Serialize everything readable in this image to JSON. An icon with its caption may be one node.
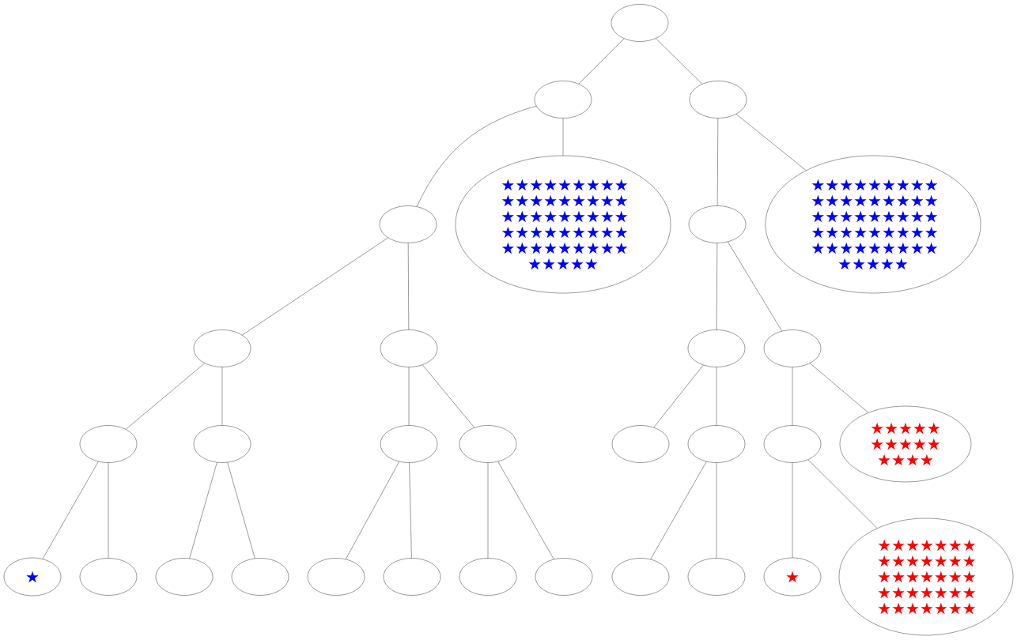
{
  "diagram": {
    "nodes": [
      {
        "text": [],
        "shape": "ellipse"
      },
      {
        "text": [],
        "shape": "ellipse"
      },
      {
        "text": [],
        "shape": "ellipse"
      },
      {
        "text": [],
        "shape": "ellipse"
      },
      {
        "text": [
          "★★★★★★★★★ ★★★★★★★★★ ★★★★★★★★★ ★★★★★★★★★ ★★★★★★★★★ ★★★★★"
        ]
      },
      {
        "text": [],
        "shape": "ellipse"
      },
      {
        "text": [
          "★★★★★★★★★ ★★★★★★★★★ ★★★★★★★★★ ★★★★★★★★★ ★★★★★★★★★ ★★★★★"
        ]
      },
      {
        "text": [],
        "shape": "ellipse"
      },
      {
        "text": [],
        "shape": "ellipse"
      },
      {
        "text": [],
        "shape": "ellipse"
      },
      {
        "text": [],
        "shape": "ellipse"
      },
      {
        "text": [],
        "shape": "ellipse"
      },
      {
        "text": [],
        "shape": "ellipse"
      },
      {
        "text": [],
        "shape": "ellipse"
      },
      {
        "text": [],
        "shape": "ellipse"
      },
      {
        "text": [],
        "shape": "ellipse"
      },
      {
        "text": [],
        "shape": "ellipse"
      },
      {
        "text": [],
        "shape": "ellipse"
      },
      {
        "text": [
          "★★★★★ ★★★★★ ★★★★"
        ]
      },
      {
        "text": [
          "★"
        ]
      },
      {
        "text": [],
        "shape": "ellipse"
      },
      {
        "text": [],
        "shape": "ellipse"
      },
      {
        "text": [],
        "shape": "ellipse"
      },
      {
        "text": [],
        "shape": "ellipse"
      },
      {
        "text": [],
        "shape": "ellipse"
      },
      {
        "text": [],
        "shape": "ellipse"
      },
      {
        "text": [],
        "shape": "ellipse"
      },
      {
        "text": [],
        "shape": "ellipse"
      },
      {
        "text": [],
        "shape": "ellipse"
      },
      {
        "text": [
          "★"
        ]
      },
      {
        "text": [
          "★★★★★★★ ★★★★★★★ ★★★★★★★ ★★★★★★★ ★★★★★★★"
        ]
      }
    ],
    "edges": [
      {
        "from": 0,
        "to": 1,
        "arrow": "none"
      },
      {
        "from": 0,
        "to": 2,
        "arrow": "none"
      },
      {
        "from": 1,
        "to": 3,
        "arrow": "none"
      },
      {
        "from": 1,
        "to": 4,
        "arrow": "none"
      },
      {
        "from": 2,
        "to": 5,
        "arrow": "none"
      },
      {
        "from": 2,
        "to": 6,
        "arrow": "none"
      },
      {
        "from": 3,
        "to": 7,
        "arrow": "none"
      },
      {
        "from": 3,
        "to": 8,
        "arrow": "none"
      },
      {
        "from": 5,
        "to": 9,
        "arrow": "none"
      },
      {
        "from": 5,
        "to": 10,
        "arrow": "none"
      },
      {
        "from": 7,
        "to": 11,
        "arrow": "none"
      },
      {
        "from": 7,
        "to": 12,
        "arrow": "none"
      },
      {
        "from": 8,
        "to": 13,
        "arrow": "none"
      },
      {
        "from": 8,
        "to": 14,
        "arrow": "none"
      },
      {
        "from": 9,
        "to": 15,
        "arrow": "none"
      },
      {
        "from": 9,
        "to": 16,
        "arrow": "none"
      },
      {
        "from": 10,
        "to": 17,
        "arrow": "none"
      },
      {
        "from": 10,
        "to": 18,
        "arrow": "none"
      },
      {
        "from": 11,
        "to": 19,
        "arrow": "none"
      },
      {
        "from": 11,
        "to": 20,
        "arrow": "none"
      },
      {
        "from": 12,
        "to": 21,
        "arrow": "none"
      },
      {
        "from": 12,
        "to": 22,
        "arrow": "none"
      },
      {
        "from": 13,
        "to": 23,
        "arrow": "none"
      },
      {
        "from": 13,
        "to": 24,
        "arrow": "none"
      },
      {
        "from": 14,
        "to": 25,
        "arrow": "none"
      },
      {
        "from": 14,
        "to": 26,
        "arrow": "none"
      },
      {
        "from": 16,
        "to": 27,
        "arrow": "none"
      },
      {
        "from": 16,
        "to": 28,
        "arrow": "none"
      },
      {
        "from": 17,
        "to": 29,
        "arrow": "none"
      },
      {
        "from": 17,
        "to": 30,
        "arrow": "none"
      }
    ]
  }
}
